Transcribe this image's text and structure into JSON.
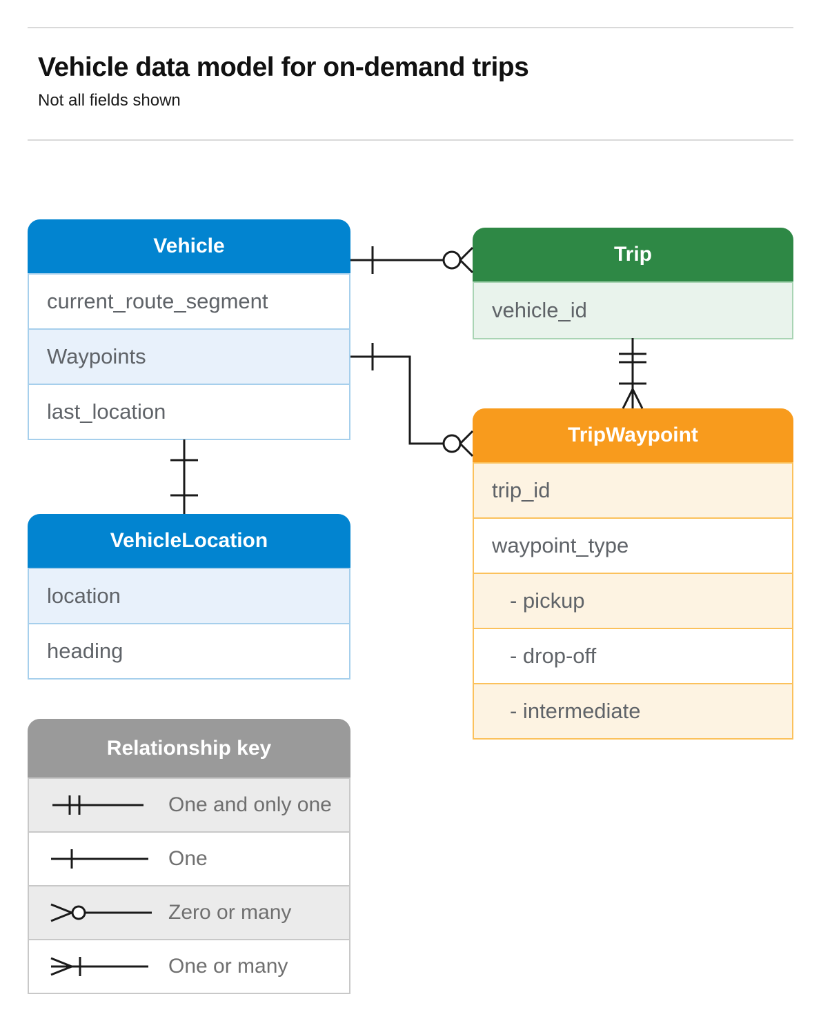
{
  "page": {
    "title": "Vehicle data model for on-demand trips",
    "subtitle": "Not all fields shown"
  },
  "entities": [
    {
      "name": "Vehicle",
      "color": "#0284d0",
      "row_highlight_color": "#e8f1fb",
      "fields": [
        {
          "label": "current_route_segment"
        },
        {
          "label": "Waypoints"
        },
        {
          "label": "last_location"
        }
      ]
    },
    {
      "name": "Trip",
      "color": "#2e8845",
      "row_highlight_color": "#e9f3ec",
      "fields": [
        {
          "label": "vehicle_id"
        }
      ]
    },
    {
      "name": "TripWaypoint",
      "color": "#f89b1d",
      "row_highlight_color": "#fdf3e2",
      "fields": [
        {
          "label": "trip_id"
        },
        {
          "label": "waypoint_type"
        },
        {
          "label": "- pickup"
        },
        {
          "label": "- drop-off"
        },
        {
          "label": "- intermediate"
        }
      ]
    },
    {
      "name": "VehicleLocation",
      "color": "#0284d0",
      "row_highlight_color": "#e8f1fb",
      "fields": [
        {
          "label": "location"
        },
        {
          "label": "heading"
        }
      ]
    }
  ],
  "legend": {
    "title": "Relationship key",
    "color": "#9a9a9a",
    "items": [
      {
        "symbol": "one-and-only-one-symbol",
        "label": "One and only one"
      },
      {
        "symbol": "one-symbol",
        "label": "One"
      },
      {
        "symbol": "zero-or-many-symbol",
        "label": "Zero or many"
      },
      {
        "symbol": "one-or-many-symbol",
        "label": "One or many"
      }
    ]
  },
  "relationships": [
    {
      "from": "Vehicle",
      "to": "Trip",
      "from_cardinality": "one",
      "to_cardinality": "zero-or-many"
    },
    {
      "from": "Vehicle.Waypoints",
      "to": "TripWaypoint",
      "from_cardinality": "one",
      "to_cardinality": "zero-or-many"
    },
    {
      "from": "Trip",
      "to": "TripWaypoint",
      "from_cardinality": "one-and-only-one",
      "to_cardinality": "one-or-many"
    },
    {
      "from": "Vehicle",
      "to": "VehicleLocation",
      "from_cardinality": "one",
      "to_cardinality": "one"
    }
  ]
}
